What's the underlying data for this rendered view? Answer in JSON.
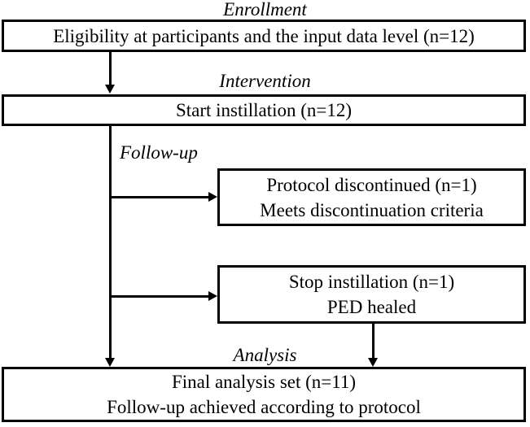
{
  "diagram": {
    "type": "consort-flow-diagram",
    "colors": {
      "stroke": "#000000",
      "background": "#ffffff",
      "text": "#000000"
    },
    "phase_labels": {
      "enrollment": "Enrollment",
      "intervention": "Intervention",
      "followup": "Follow-up",
      "analysis": "Analysis"
    },
    "boxes": {
      "eligibility": {
        "lines": [
          "Eligibility at participants and the input data level (n=12)"
        ]
      },
      "start_instillation": {
        "lines": [
          "Start instillation (n=12)"
        ]
      },
      "protocol_discontinued": {
        "lines": [
          "Protocol discontinued (n=1)",
          "Meets discontinuation criteria"
        ]
      },
      "stop_instillation": {
        "lines": [
          "Stop instillation (n=1)",
          "PED healed"
        ]
      },
      "final_analysis": {
        "lines": [
          "Final analysis set (n=11)",
          "Follow-up achieved according to protocol"
        ]
      }
    }
  }
}
